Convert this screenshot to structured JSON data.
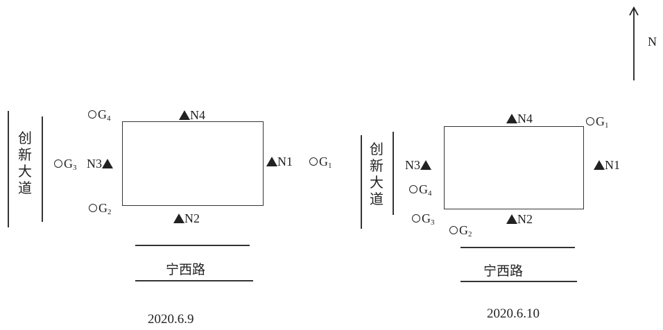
{
  "north_label": "N",
  "left": {
    "street_vertical": "创新大道",
    "street_horizontal": "宁西路",
    "date": "2020.6.9",
    "points": {
      "N1": "N1",
      "N2": "N2",
      "N3": "N3",
      "N4": "N4",
      "G1": "G",
      "G1_sub": "1",
      "G2": "G",
      "G2_sub": "2",
      "G3": "G",
      "G3_sub": "3",
      "G4": "G",
      "G4_sub": "4"
    }
  },
  "right": {
    "street_vertical": "创新大道",
    "street_horizontal": "宁西路",
    "date": "2020.6.10",
    "points": {
      "N1": "N1",
      "N2": "N2",
      "N3": "N3",
      "N4": "N4",
      "G1": "G",
      "G1_sub": "1",
      "G2": "G",
      "G2_sub": "2",
      "G3": "G",
      "G3_sub": "3",
      "G4": "G",
      "G4_sub": "4"
    }
  },
  "legend": {
    "noise_point_symbol": "filled-triangle-icon",
    "gas_point_symbol": "open-circle-icon"
  }
}
